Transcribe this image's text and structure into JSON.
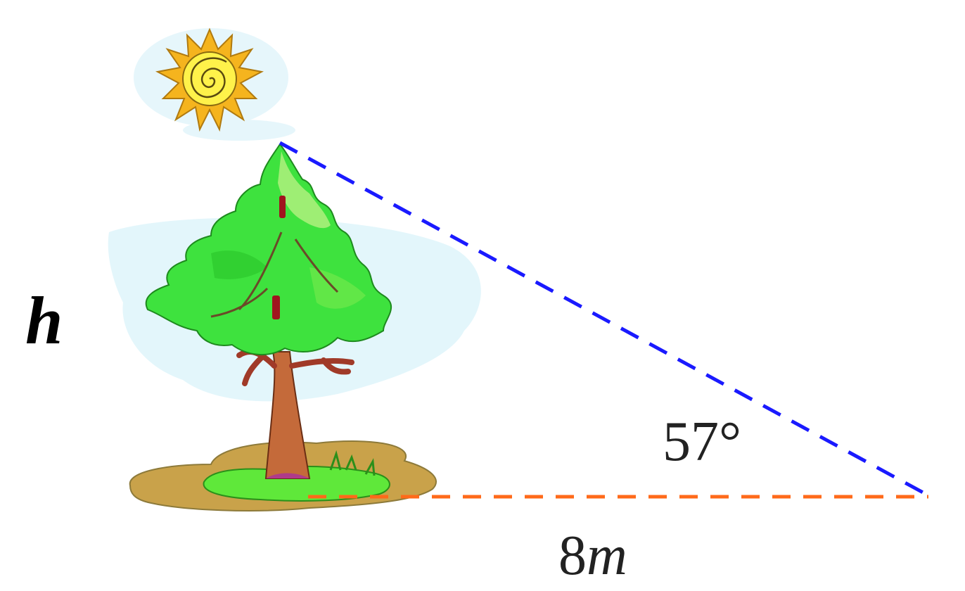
{
  "labels": {
    "height": "h",
    "angle": "57°",
    "distance_value": "8",
    "distance_unit": "m"
  },
  "colors": {
    "hypotenuse": "#1a1aff",
    "ground": "#ff6a1a",
    "sun_rays": "#f5b41e",
    "foliage": "#3ee23e",
    "trunk": "#b5623a",
    "soil": "#c9a24a",
    "sky_haze": "#dff4fb"
  },
  "icons": [
    "sun-icon",
    "tree-icon"
  ]
}
